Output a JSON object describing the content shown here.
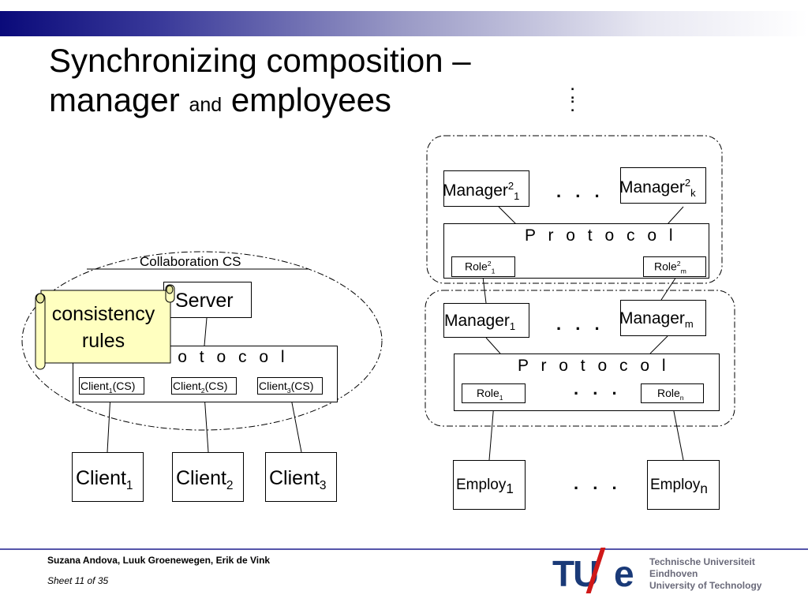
{
  "slide": {
    "title_line1": "Synchronizing composition –",
    "title_line2_part1": "manager ",
    "title_line2_part2": "and",
    "title_line2_part3": " employees",
    "vertical_dots": ":\n:"
  },
  "left_diagram": {
    "collaboration_label": "Collaboration CS",
    "server": "Server",
    "protocol": "P r o t o c o l",
    "consistency_note": [
      "consistency",
      "rules"
    ],
    "client_roles": [
      {
        "base": "Client",
        "sub": "1",
        "suffix": "(CS)"
      },
      {
        "base": "Client",
        "sub": "2",
        "suffix": "(CS)"
      },
      {
        "base": "Client",
        "sub": "3",
        "suffix": "(CS)"
      }
    ],
    "clients": [
      {
        "base": "Client",
        "sub": "1"
      },
      {
        "base": "Client",
        "sub": "2"
      },
      {
        "base": "Client",
        "sub": "3"
      }
    ]
  },
  "right_diagram": {
    "upper": {
      "manager_left": {
        "base": "Manager",
        "sup": "2",
        "sub": "1"
      },
      "manager_right": {
        "base": "Manager",
        "sup": "2",
        "sub": "k"
      },
      "dots": ". . .",
      "protocol": "P r o t o c o l",
      "role_left": {
        "base": "Role",
        "sup": "2",
        "sub": "1"
      },
      "role_right": {
        "base": "Role",
        "sup": "2",
        "sub": "m"
      }
    },
    "lower": {
      "manager_left": {
        "base": "Manager",
        "sub": "1"
      },
      "manager_right": {
        "base": "Manager",
        "sub": "m"
      },
      "dots": ". . .",
      "protocol": "P r o t o c o l",
      "role_left": {
        "base": "Role",
        "sub": "1"
      },
      "role_right": {
        "base": "Role",
        "sub": "n"
      },
      "role_dots": ". . ."
    },
    "employees": {
      "left": {
        "base": "Employ",
        "sub": "1"
      },
      "right": {
        "base": "Employ",
        "sub": "n"
      },
      "dots": ". . ."
    }
  },
  "footer": {
    "authors": "Suzana Andova, Luuk Groenewegen, Erik de Vink",
    "sheet_label": "Sheet 11 of  35",
    "logo_tu": "TU",
    "logo_e": "e",
    "logo_line1": "Technische Universiteit",
    "logo_line2": "Eindhoven",
    "logo_line3": "University of Technology"
  },
  "colors": {
    "banner_dark": "#0a0a7a",
    "note_fill": "#ffffc0",
    "logo_blue": "#1a3a78",
    "logo_red": "#d01818"
  }
}
